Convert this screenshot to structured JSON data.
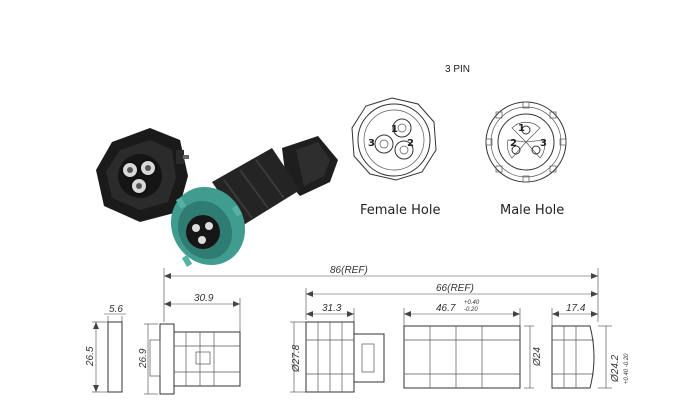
{
  "title": "3 PIN",
  "labels": {
    "female": "Female Hole",
    "male": "Male Hole"
  },
  "pins": [
    "1",
    "2",
    "3"
  ],
  "dimensions": {
    "overall": "86(REF)",
    "inner": "66(REF)",
    "d_5_6": "5.6",
    "d_26_5": "26.5",
    "d_30_9": "30.9",
    "d_26_9": "26.9",
    "d_31_3": "31.3",
    "d_27_8": "Ø27.8",
    "d_46_7": "46.7",
    "d_46_7_tol_top": "+0.40",
    "d_46_7_tol_bot": "-0.20",
    "d_24": "Ø24",
    "d_17_4": "17.4",
    "d_24_2": "Ø24.2",
    "d_24_2_tol": "+0.40 -0.20"
  },
  "colors": {
    "connector_body": "#1c1c1c",
    "insert_green": "#3f9c8f",
    "line": "#333333"
  }
}
